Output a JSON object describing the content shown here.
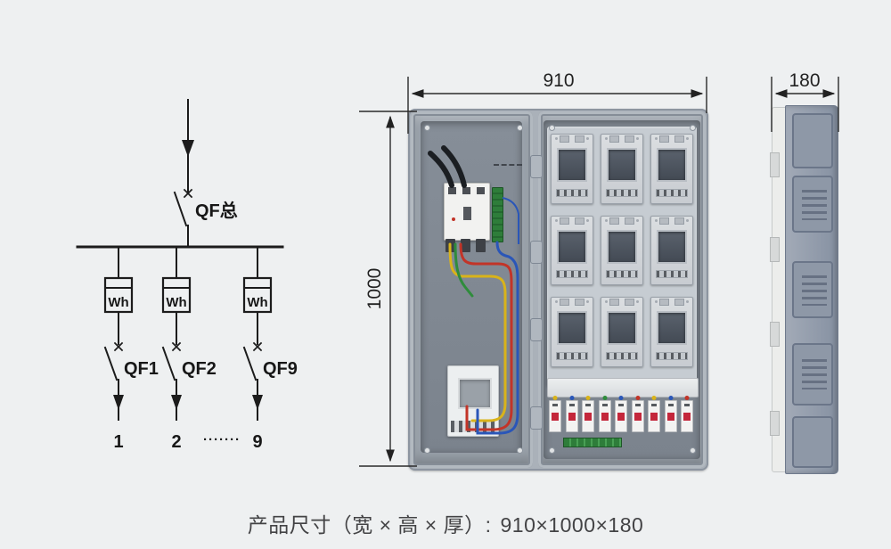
{
  "page": {
    "background": "#eef0f1",
    "caption_label": "产品尺寸（宽 × 高 × 厚）:",
    "caption_value": "910×1000×180"
  },
  "schematic": {
    "incoming_breaker_label": "QF总",
    "meter_label": "Wh",
    "branches": [
      {
        "breaker": "QF1",
        "output": "1"
      },
      {
        "breaker": "QF2",
        "output": "2"
      },
      {
        "breaker": "QF9",
        "output": "9"
      }
    ],
    "ellipsis": "·······"
  },
  "dimensions": {
    "width": "910",
    "height": "1000",
    "depth": "180"
  },
  "views": {
    "front": {
      "meter_positions": 9,
      "outgoing_breakers": 9
    },
    "side": {
      "vent_panels": 3
    }
  },
  "colors": {
    "line": "#1c1c1c",
    "box_body": "#9ba3ac",
    "side_body": "#8d96a6",
    "mcb_red": "#c4273b",
    "pcb_green": "#2e7d3a",
    "wire_red": "#c23428",
    "wire_yellow": "#d9b31a",
    "wire_blue": "#2a56b8",
    "wire_green": "#2f8c3c"
  }
}
